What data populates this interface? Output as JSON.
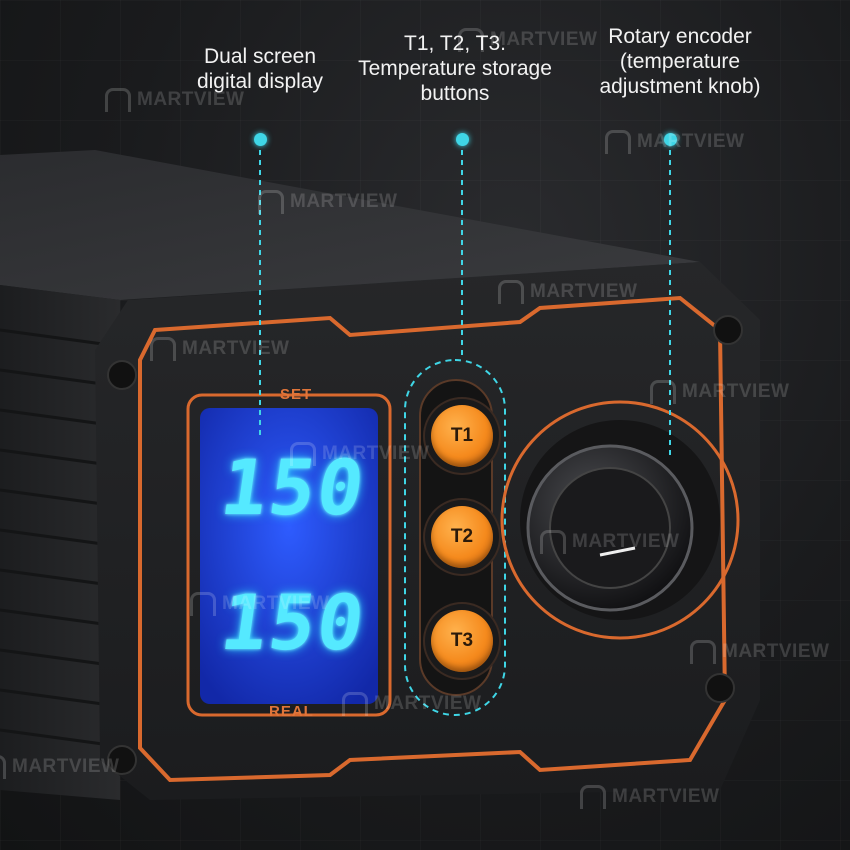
{
  "labels": {
    "display": [
      "Dual screen",
      "digital display"
    ],
    "buttons": [
      "T1, T2, T3.",
      "Temperature storage",
      "buttons"
    ],
    "encoder": [
      "Rotary encoder",
      "(temperature",
      "adjustment knob)"
    ]
  },
  "display": {
    "set_label": "SET",
    "real_label": "REAL",
    "set_value": "150",
    "real_value": "150"
  },
  "buttons": [
    "T1",
    "T2",
    "T3"
  ],
  "watermark": "MARTVIEW",
  "colors": {
    "accent_orange": "#e0753a",
    "button_orange": "#f58a1d",
    "display_cyan": "#55e9ff",
    "callout_cyan": "#3fd6e6",
    "lcd_blue": "#1a3fd6"
  }
}
